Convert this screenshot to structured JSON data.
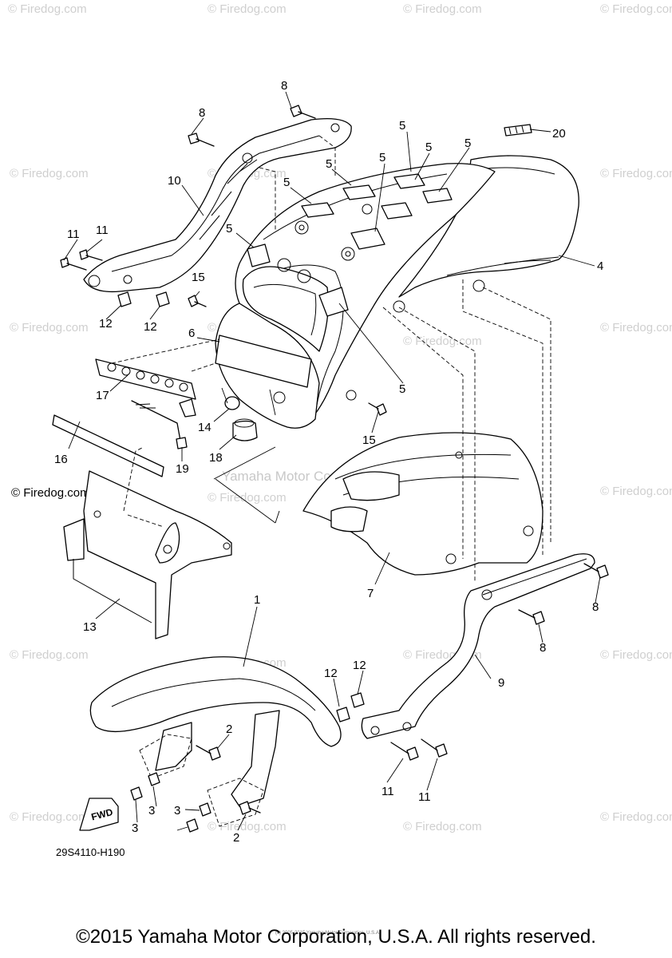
{
  "watermark": "© Firedog.com",
  "center_watermark": "Yamaha Motor Corp. U.S.A.",
  "diagram_code": "29S4110-H190",
  "fwd_label": "FWD",
  "tiny_caption": "(c) 2005-2015 Yamaha Motor Corporation, U.S.A.",
  "footer": "©2015 Yamaha Motor Corporation, U.S.A. All rights reserved.",
  "callouts": {
    "c8a": "8",
    "c8b": "8",
    "c8c": "8",
    "c8d": "8",
    "c5a": "5",
    "c5b": "5",
    "c5c": "5",
    "c5d": "5",
    "c5e": "5",
    "c5f": "5",
    "c5g": "5",
    "c20": "20",
    "c10": "10",
    "c11a": "11",
    "c11b": "11",
    "c11c": "11",
    "c11d": "11",
    "c4": "4",
    "c15a": "15",
    "c15b": "15",
    "c12a": "12",
    "c12b": "12",
    "c12c": "12",
    "c12d": "12",
    "c6": "6",
    "c17": "17",
    "c14": "14",
    "c18": "18",
    "c16": "16",
    "c19": "19",
    "c7": "7",
    "c13": "13",
    "c1": "1",
    "c9": "9",
    "c2a": "2",
    "c2b": "2",
    "c3a": "3",
    "c3b": "3",
    "c3c": "3"
  }
}
